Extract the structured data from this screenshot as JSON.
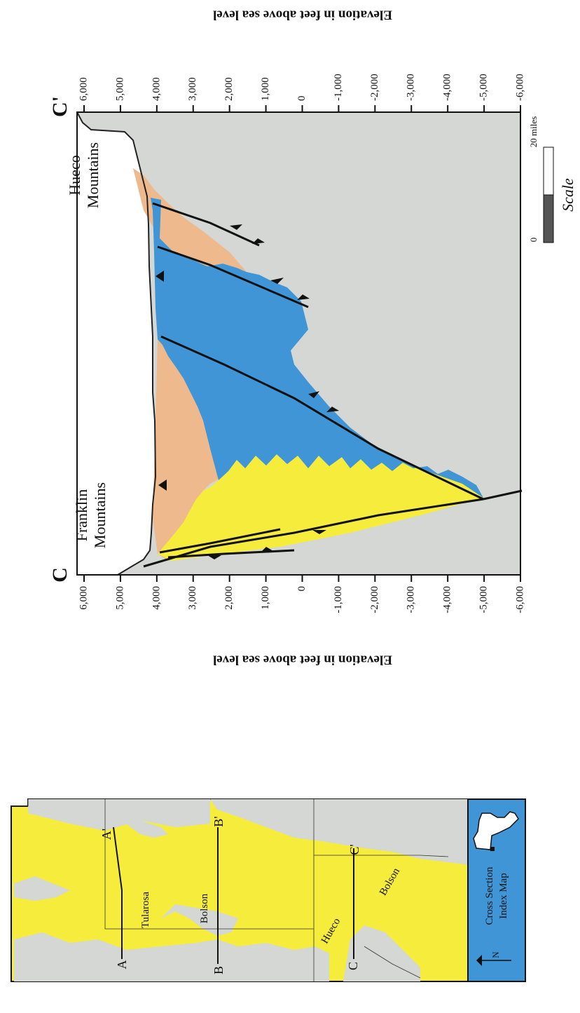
{
  "figure": {
    "axis_title_top": "Elevation in feet above sea level",
    "axis_title_bottom": "Elevation in feet above sea level",
    "section_start_label": "C",
    "section_end_label": "C'",
    "left_axis_ticks": [
      "6,000",
      "5,000",
      "4,000",
      "3,000",
      "2,000",
      "1,000",
      "0",
      "-1,000",
      "-2,000",
      "-3,000",
      "-4,000",
      "-5,000",
      "-6,000"
    ],
    "right_axis_ticks": [
      "6,000",
      "5,000",
      "4,000",
      "3,000",
      "2,000",
      "1,000",
      "0",
      "-1,000",
      "-2,000",
      "-3,000",
      "-4,000",
      "-5,000",
      "-6,000"
    ],
    "mountains": [
      {
        "line1": "Franklin",
        "line2": "Mountains"
      },
      {
        "line1": "Hueco",
        "line2": "Mountains"
      }
    ],
    "scale": {
      "zero": "0",
      "end": "20 miles",
      "caption": "Scale"
    },
    "colors": {
      "bedrock": "#d4d7d4",
      "yellow_fill": "#f6ec3c",
      "blue_fill": "#3f95d6",
      "tan_fill": "#eeb98c"
    }
  },
  "index_map": {
    "title_line1": "Cross Section",
    "title_line2": "Index Map",
    "north_label": "N",
    "basin_labels": [
      "Tularosa",
      "Bolson",
      "Hueco",
      "Bolson"
    ],
    "section_points": {
      "a": "A",
      "a_prime": "A'",
      "b": "B",
      "b_prime": "B'",
      "c": "C",
      "c_prime": "C'"
    },
    "colors": {
      "basin": "#f6ec3c",
      "upland": "#d4d7d4",
      "legend_bar": "#3f95d6"
    }
  }
}
